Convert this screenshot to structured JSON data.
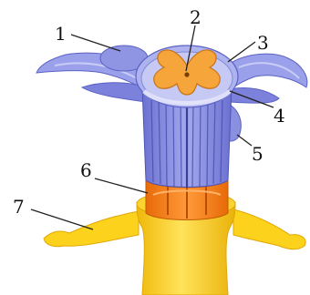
{
  "diagram": {
    "labels": [
      {
        "id": "label-1",
        "text": "1"
      },
      {
        "id": "label-2",
        "text": "2"
      },
      {
        "id": "label-3",
        "text": "3"
      },
      {
        "id": "label-4",
        "text": "4"
      },
      {
        "id": "label-5",
        "text": "5"
      },
      {
        "id": "label-6",
        "text": "6"
      },
      {
        "id": "label-7",
        "text": "7"
      }
    ],
    "colors": {
      "nerve_blue": "#8f95e3",
      "nerve_blue_dark": "#5c62c2",
      "nerve_blue_light": "#c5c9f4",
      "gray_matter": "#f6a53a",
      "collar_orange": "#f47a12",
      "cord_yellow": "#fdd21c",
      "cord_yellow_dark": "#e0a806"
    }
  }
}
